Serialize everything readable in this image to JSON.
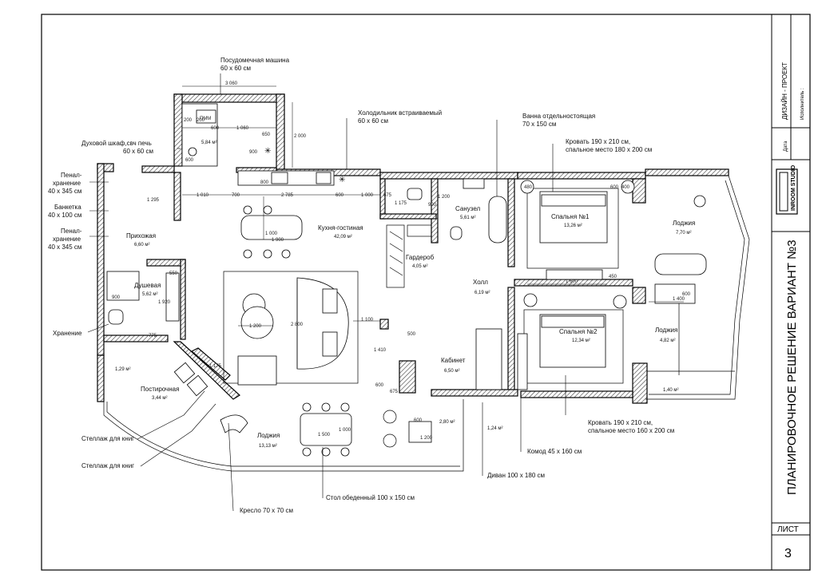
{
  "sheet": {
    "title": "ПЛАНИРОВОЧНОЕ РЕШЕНИЕ ВАРИАНТ №3",
    "stage": "ДИЗАЙН - ПРОЕКТ",
    "executor_label": "Исполнитель :",
    "date_label": "Дата",
    "sheet_label": "ЛИСТ",
    "sheet_number": "3",
    "studio_logo": "INROOM STUDIO"
  },
  "rooms": [
    {
      "name": "Кухня-гостиная",
      "area": "42,09 м²"
    },
    {
      "name": "Прихожая",
      "area": "6,60 м²"
    },
    {
      "name": "Душевая",
      "area": "5,62 м²"
    },
    {
      "name": "Постирочная",
      "area": "3,44 м²"
    },
    {
      "name": "Лоджия",
      "area": "13,13 м²"
    },
    {
      "name": "Гардероб",
      "area": "4,05 м²"
    },
    {
      "name": "Санузел",
      "area": "5,61 м²"
    },
    {
      "name": "Холл",
      "area": "6,19 м²"
    },
    {
      "name": "Кабинет",
      "area": "6,50 м²"
    },
    {
      "name": "Спальня №1",
      "area": "13,26 м²"
    },
    {
      "name": "Спальня №2",
      "area": "12,34 м²"
    },
    {
      "name": "Лоджия",
      "area": "7,70 м²"
    },
    {
      "name": "Лоджия",
      "area": "4,82 м²"
    }
  ],
  "small_areas": [
    "5,84 м²",
    "1,29 м²",
    "2,80 м²",
    "1,24 м²",
    "1,40 м²"
  ],
  "callouts": {
    "dishwasher": [
      "Посудомечная машина",
      "60 х 60 см"
    ],
    "oven": [
      "Духовой шкаф,свч печь",
      "60 х 60 см"
    ],
    "fridge": [
      "Холодильник встраиваемый",
      "60 х 60 см"
    ],
    "bathtub": [
      "Ванна отдельностоящая",
      "70 х 150 см"
    ],
    "bed1": [
      "Кровать 190 х 210 см,",
      "спальное место 180 х 200 см"
    ],
    "bed2": [
      "Кровать 190 х 210 см,",
      "спальное место 160 х 200 см"
    ],
    "penal1": [
      "Пенал-",
      "хранение",
      "40 х 345 см"
    ],
    "bench": [
      "Банкетка",
      "40 х 100 см"
    ],
    "penal2": [
      "Пенал-",
      "хранение",
      "40 х 345 см"
    ],
    "storage": "Хранение",
    "shelf1": "Стеллаж для книг",
    "shelf2": "Стеллаж для книг",
    "armchair": "Кресло 70 х 70 см",
    "table": "Стол обеденный 100 х 150 см",
    "sofa": "Диван 100 х 180 см",
    "dresser": "Комод 45 х 160 см"
  },
  "dimensions": [
    "3 060",
    "200",
    "600",
    "1 060",
    "650",
    "900",
    "2 000",
    "600",
    "200",
    "1 010",
    "700",
    "800",
    "2 785",
    "600",
    "1 000",
    "675",
    "1 175",
    "1 200",
    "900",
    "480",
    "600",
    "400",
    "1 295",
    "1 000",
    "1 900",
    "550",
    "900",
    "1 920",
    "775",
    "1 200",
    "2 800",
    "1 100",
    "500",
    "1 410",
    "600",
    "675",
    "600",
    "1 200",
    "1 500",
    "1 000",
    "1 175",
    "1 600",
    "450",
    "1 400",
    "600",
    "ПММ"
  ],
  "colors": {
    "ink": "#000000",
    "hatch": "#555555",
    "paper": "#ffffff"
  }
}
